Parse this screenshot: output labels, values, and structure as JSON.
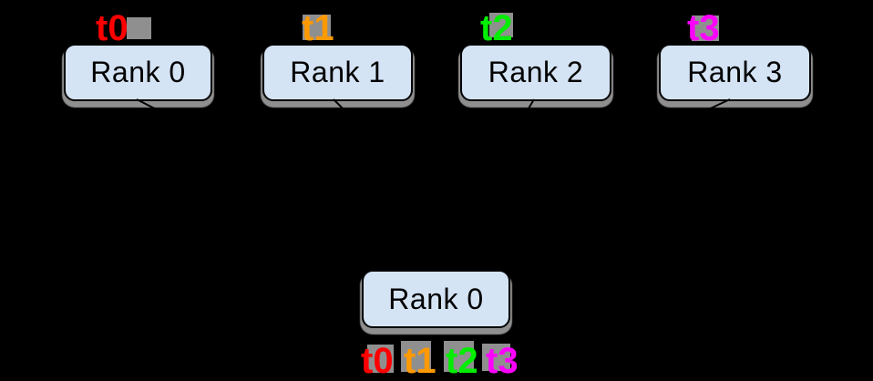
{
  "top_row": {
    "nodes": [
      {
        "label": "Rank 0",
        "tag": "t0",
        "tag_color": "#ff0000"
      },
      {
        "label": "Rank 1",
        "tag": "t1",
        "tag_color": "#ff9900"
      },
      {
        "label": "Rank 2",
        "tag": "t2",
        "tag_color": "#00ee00"
      },
      {
        "label": "Rank 3",
        "tag": "t3",
        "tag_color": "#ff00ff"
      }
    ]
  },
  "bottom": {
    "node": {
      "label": "Rank 0"
    },
    "tags": [
      {
        "label": "t0",
        "color": "#ff0000"
      },
      {
        "label": "t1",
        "color": "#ff9900"
      },
      {
        "label": "t2",
        "color": "#00ee00"
      },
      {
        "label": "t3",
        "color": "#ff00ff"
      }
    ]
  },
  "style": {
    "background": "#000000",
    "box_fill": "#d4e4f5",
    "box_border": "#000000",
    "box_shadow": "#8f8f8f",
    "tag_shadow": "#8f8f8f",
    "arrow_color": "#000000"
  }
}
